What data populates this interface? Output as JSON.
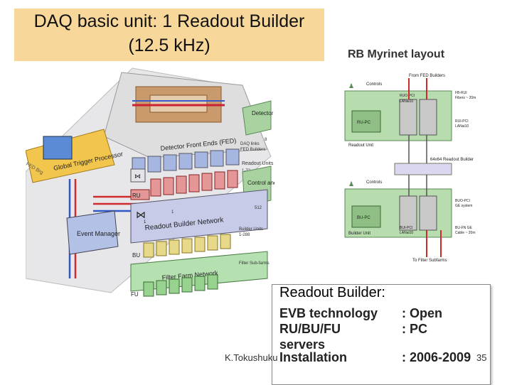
{
  "title": {
    "line1": "DAQ basic unit: 1 Readout Builder",
    "line2": "(12.5 kHz)"
  },
  "rb_layout_title": "RB Myrinet layout",
  "left_diagram": {
    "labels": {
      "detector_controls": "Detector Controls",
      "fed": "Detector Front Ends (FED)",
      "daq_links": "DAQ links",
      "fed_builders": "FED Builders",
      "readout_units": "Readout Units",
      "control_monitor": "Control and Monitor",
      "global_trigger": "Global Trigger Processor",
      "rb_network": "Readout Builder Network",
      "builder_units": "Builder Units",
      "event_manager": "Event Manager",
      "ffn": "Filter Farm Network",
      "filter_subfarms": "Filter Sub-farms",
      "ru": "RU",
      "bu": "BU",
      "fu": "FU",
      "one": "1",
      "one_b": "1",
      "eight": "8",
      "n72": "1-72",
      "n512": "512",
      "n512b": "1-288",
      "fed_brg": "FED Brg"
    }
  },
  "right_diagram": {
    "labels": {
      "from_fed_builders": "From FED Builders",
      "controls_top": "Controls",
      "ruo_pci": "RUO-PCI",
      "lanai10_top": "LANai10",
      "fb_rui": "FB-RUI",
      "fibers": "Fibers ~ 20m",
      "ru_pc": "RU-PC",
      "rui_pci": "RUI-PCI",
      "lanai10_right": "LANai10",
      "readout_unit": "Readout Unit",
      "rb_64": "64x64 Readout  Builder",
      "controls_bottom": "Controls",
      "bu_pc": "BU-PC",
      "buo_pci": "BUO-PCI",
      "ge_system": "GE system",
      "bui_pci": "BUI-PCI",
      "lanai10_bottom": "LANai10",
      "builder_unit": "Builder Unit",
      "bu_fn_ge": "BU-FN GE",
      "cable": "Cable ~ 20m",
      "to_filter": "To Filter Subfarms"
    }
  },
  "info": {
    "heading": "Readout Builder:",
    "rows": [
      {
        "label": "EVB technology",
        "value": ": Open"
      },
      {
        "label": "RU/BU/FU",
        "value": ": PC"
      },
      {
        "label": "servers",
        "value": ""
      },
      {
        "label": "Installation",
        "value": ": 2006-2009"
      }
    ]
  },
  "footer": {
    "author": "K.Tokushuku",
    "page": "35"
  },
  "colors": {
    "title_bg": "#f7d79a",
    "fed_board": "#e9e9e9",
    "green_box": "#9fcf9a",
    "red_line": "#d12a2a",
    "blue_line": "#2f57c7",
    "rb_green": "#b7dcae"
  }
}
